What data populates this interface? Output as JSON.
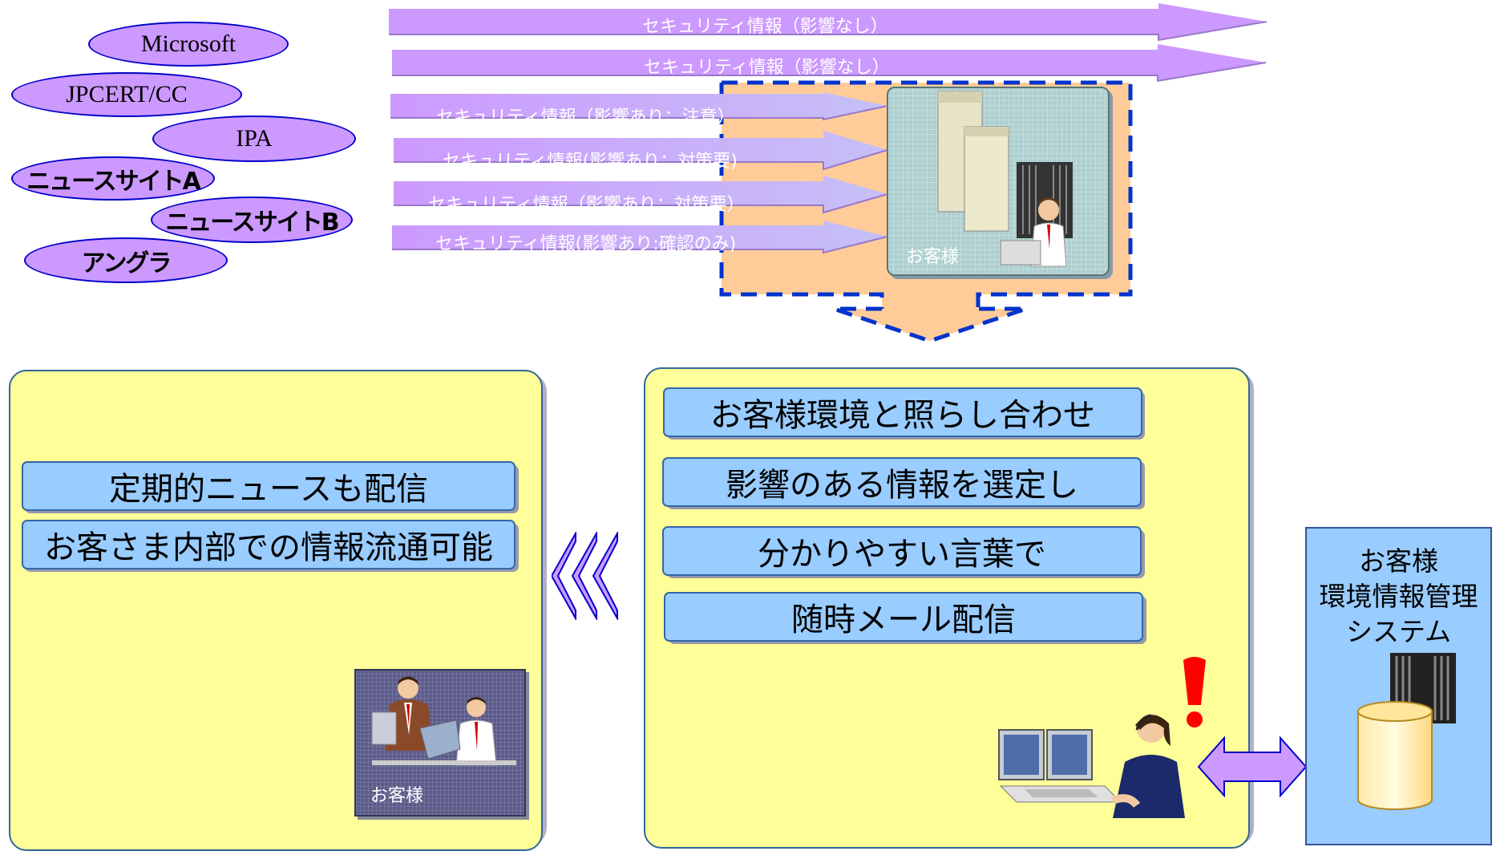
{
  "sources": [
    "Microsoft",
    "JPCERT/CC",
    "IPA",
    "ニュースサイトA",
    "ニュースサイトB",
    "アングラ"
  ],
  "long_arrows": [
    "セキュリティ情報（影響なし）",
    "セキュリティ情報（影響なし）"
  ],
  "short_arrows": [
    "セキュリティ情報（影響あり：注意）",
    "セキュリティ情報(影響あり：対策要)",
    "セキュリティ情報（影響あり：対策要）",
    "セキュリティ情報(影響あり:確認のみ)"
  ],
  "customer_label": "お客様",
  "process_steps": [
    "お客様環境と照らし合わせ",
    "影響のある情報を選定し",
    "分かりやすい言葉で",
    "随時メール配信"
  ],
  "delivery_items": [
    "定期的ニュースも配信",
    "お客さま内部での情報流通可能"
  ],
  "system_title": [
    "お客様",
    "環境情報管理",
    "システム"
  ],
  "colors": {
    "arrow": "#cc99ff",
    "oval": "#cc99ff",
    "panel": "#ffff99",
    "tag": "#99ccff",
    "dashed_border": "#0033cc",
    "orange_area": "#ffcc99",
    "alert": "#ff0000"
  },
  "icons": [
    "server-icon",
    "person-at-computer-icon",
    "two-people-meeting-icon",
    "call-center-operator-icon",
    "exclamation-icon",
    "database-cylinder-icon",
    "double-arrow-icon",
    "chevron-left-icon"
  ]
}
